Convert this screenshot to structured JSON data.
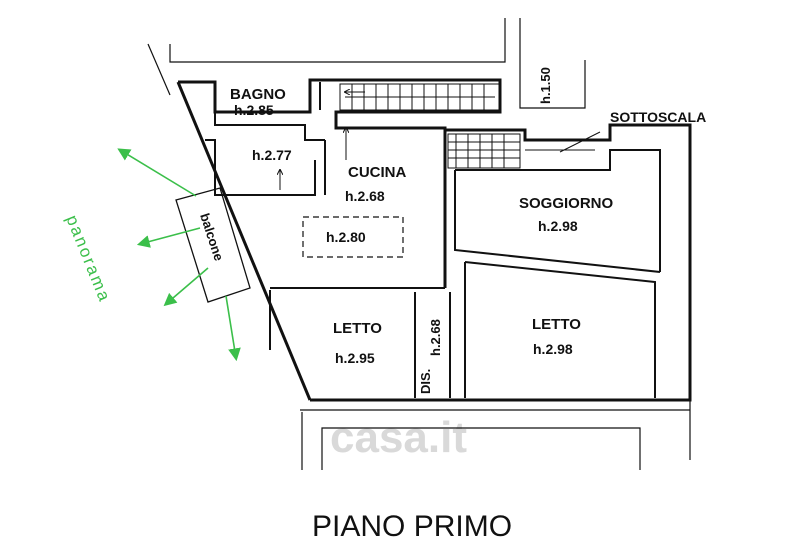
{
  "rooms": {
    "bagno": {
      "name": "BAGNO",
      "height": "h.2.85"
    },
    "ripostiglio": {
      "height": "h.2.77"
    },
    "cucina": {
      "name": "CUCINA",
      "height": "h.2.68",
      "inner_height": "h.2.80"
    },
    "soggiorno": {
      "name": "SOGGIORNO",
      "height": "h.2.98"
    },
    "letto_1": {
      "name": "LETTO",
      "height": "h.2.95"
    },
    "letto_2": {
      "name": "LETTO",
      "height": "h.2.98"
    },
    "disimpegno": {
      "name": "DIS.",
      "height": "h.2.68"
    },
    "balcone": {
      "name": "balcone"
    },
    "sottoscala": {
      "name": "SOTTOSCALA"
    },
    "scala": {
      "height": "h.1.50"
    }
  },
  "panorama_label": "panorama",
  "watermark": "casa.it",
  "floor_title": "PIANO PRIMO",
  "colors": {
    "walls": "#111111",
    "arrows": "#3bbf4a",
    "watermark": "#d9d9d9"
  }
}
